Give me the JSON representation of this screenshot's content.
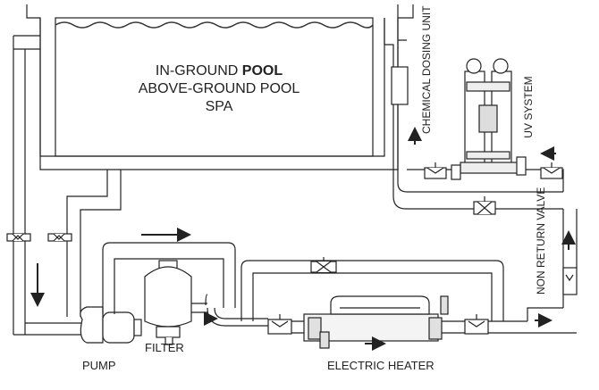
{
  "pool": {
    "line1_prefix": "IN-GROUND ",
    "line1_bold": "POOL",
    "line2": "ABOVE-GROUND POOL",
    "line3": "SPA"
  },
  "components": {
    "chemical_dosing": "CHEMICAL DOSING UNIT",
    "uv_system": "UV SYSTEM",
    "non_return_valve": "NON RETURN VALVE",
    "filter": "FILTER",
    "pump": "PUMP",
    "electric_heater": "ELECTRIC HEATER"
  },
  "colors": {
    "line": "#222222",
    "pipe_fill": "#ffffff",
    "unit_fill": "#e8e8e8",
    "water": "#333333"
  }
}
